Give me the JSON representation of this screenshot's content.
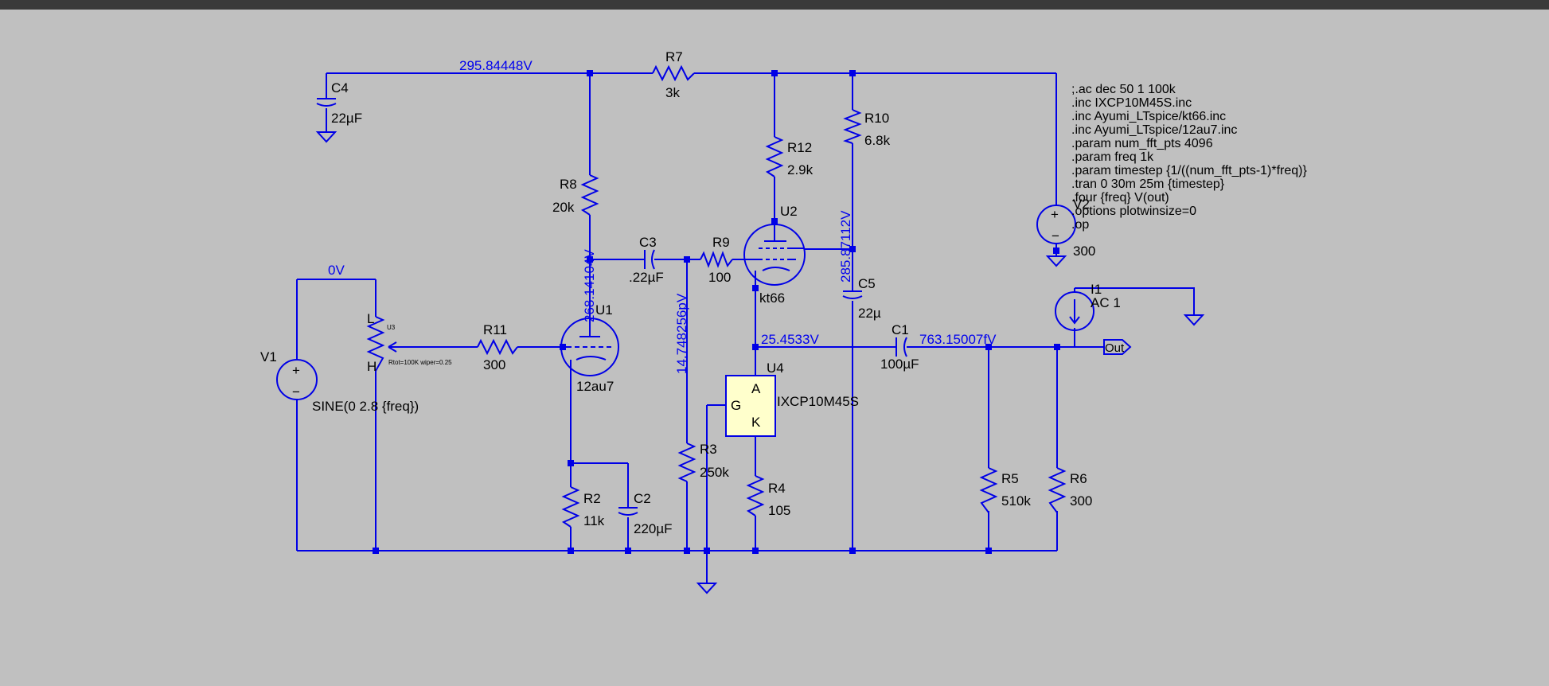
{
  "window": {
    "title": ""
  },
  "colors": {
    "wire": "#0000e6",
    "background": "#c0c0c0",
    "text": "#000000",
    "voltage_label": "#0000ee",
    "component_fill": "#ffffcc"
  },
  "components": {
    "C4": {
      "ref": "C4",
      "value": "22µF"
    },
    "R7": {
      "ref": "R7",
      "value": "3k"
    },
    "R12": {
      "ref": "R12",
      "value": "2.9k"
    },
    "R10": {
      "ref": "R10",
      "value": "6.8k"
    },
    "R8": {
      "ref": "R8",
      "value": "20k"
    },
    "C3": {
      "ref": "C3",
      "value": ".22µF"
    },
    "R9": {
      "ref": "R9",
      "value": "100"
    },
    "U2": {
      "ref": "U2",
      "value": "kt66"
    },
    "C5": {
      "ref": "C5",
      "value": "22µ"
    },
    "V1": {
      "ref": "V1",
      "value": "SINE(0 2.8 {freq})"
    },
    "U3": {
      "ref": "U3",
      "pins": {
        "L": "L",
        "H": "H"
      },
      "param": "Rtot=100K wiper=0.25"
    },
    "R11": {
      "ref": "R11",
      "value": "300"
    },
    "U1": {
      "ref": "U1",
      "value": "12au7"
    },
    "U4": {
      "ref": "U4",
      "value": "IXCP10M45S",
      "pins": {
        "A": "A",
        "G": "G",
        "K": "K"
      }
    },
    "C1": {
      "ref": "C1",
      "value": "100µF"
    },
    "R3": {
      "ref": "R3",
      "value": "250k"
    },
    "R4": {
      "ref": "R4",
      "value": "105"
    },
    "R2": {
      "ref": "R2",
      "value": "11k"
    },
    "C2": {
      "ref": "C2",
      "value": "220µF"
    },
    "R5": {
      "ref": "R5",
      "value": "510k"
    },
    "R6": {
      "ref": "R6",
      "value": "300"
    },
    "V2": {
      "ref": "V2",
      "value": "300"
    },
    "I1": {
      "ref": "I1",
      "value": "AC 1"
    }
  },
  "net_labels": {
    "out": "Out"
  },
  "voltages": {
    "supply": "295.84448V",
    "input": "0V",
    "u1_plate": "268.14104V",
    "u2_grid": "14.748256pV",
    "u2_screen": "285.87112V",
    "u2_cathode": "25.4533V",
    "output": "763.15007fV"
  },
  "directives": [
    ";.ac dec 50 1 100k",
    ".inc IXCP10M45S.inc",
    ".inc Ayumi_LTspice/kt66.inc",
    ".inc Ayumi_LTspice/12au7.inc",
    ".param num_fft_pts 4096",
    ".param freq 1k",
    ".param timestep {1/((num_fft_pts-1)*freq)}",
    ".tran 0 30m 25m {timestep}",
    ".four {freq} V(out)",
    ".options plotwinsize=0",
    ".op"
  ]
}
